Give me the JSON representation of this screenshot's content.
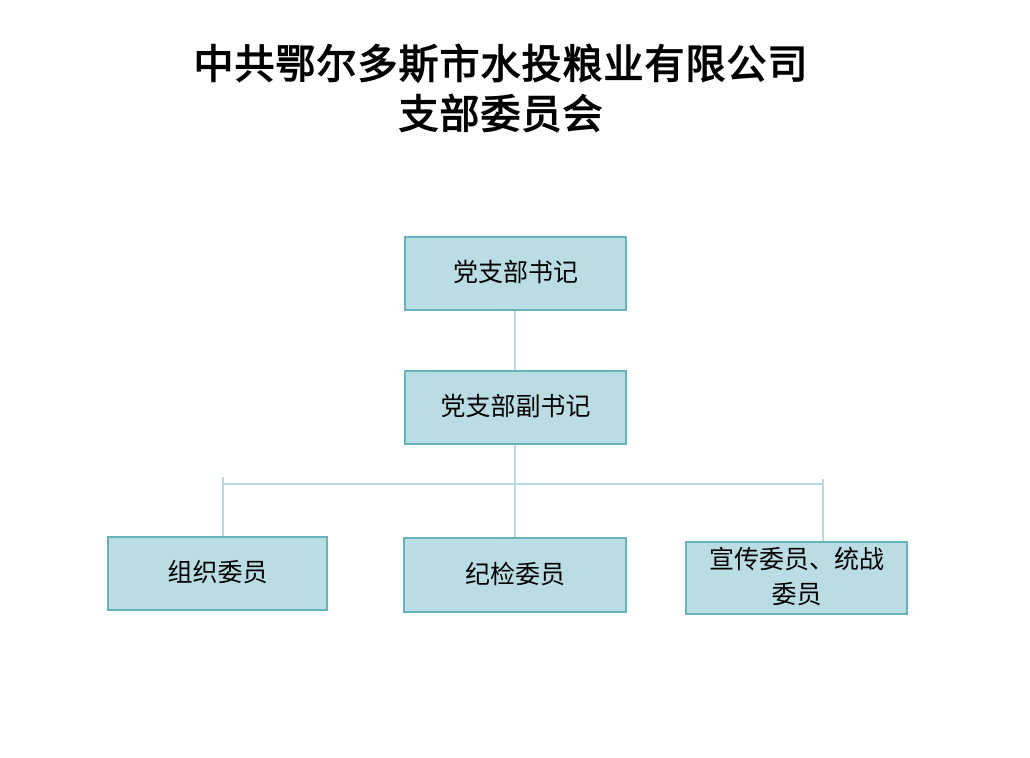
{
  "title": {
    "line1": "中共鄂尔多斯市水投粮业有限公司",
    "line2": "支部委员会"
  },
  "chart": {
    "type": "org-chart",
    "nodes": [
      {
        "id": "secretary",
        "label": "党支部书记",
        "level": 1,
        "parent": null
      },
      {
        "id": "deputy-secretary",
        "label": "党支部副书记",
        "level": 2,
        "parent": "secretary"
      },
      {
        "id": "organization",
        "label": "组织委员",
        "level": 3,
        "parent": "deputy-secretary"
      },
      {
        "id": "discipline",
        "label": "纪检委员",
        "level": 3,
        "parent": "deputy-secretary"
      },
      {
        "id": "publicity",
        "label": "宣传委员、统战\n委员",
        "level": 3,
        "parent": "deputy-secretary"
      }
    ],
    "colors": {
      "box_fill": "#b9dde3",
      "box_border": "#68b2be",
      "connector": "#b7dbe0",
      "text": "#000000",
      "background": "#ffffff"
    }
  }
}
